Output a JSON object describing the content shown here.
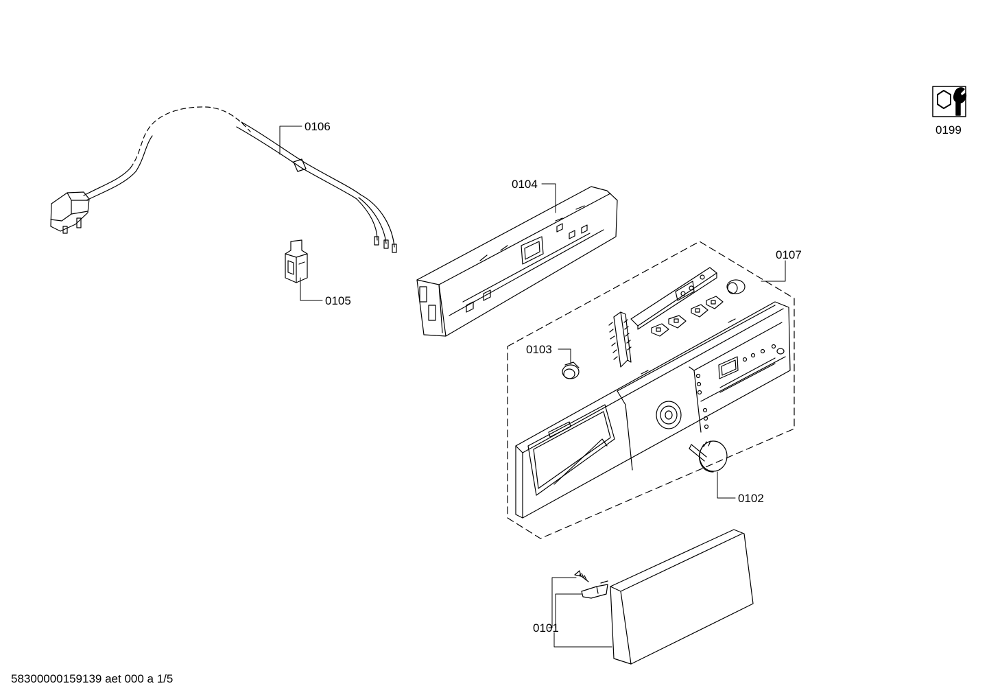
{
  "parts": [
    {
      "id": "p0101",
      "label": "0101"
    },
    {
      "id": "p0102",
      "label": "0102"
    },
    {
      "id": "p0103",
      "label": "0103"
    },
    {
      "id": "p0104",
      "label": "0104"
    },
    {
      "id": "p0105",
      "label": "0105"
    },
    {
      "id": "p0106",
      "label": "0106"
    },
    {
      "id": "p0107",
      "label": "0107"
    },
    {
      "id": "p0199",
      "label": "0199"
    }
  ],
  "footer": {
    "code": "58300000159139 aet 000 a 1/5"
  },
  "colors": {
    "line": "#000000",
    "background": "#ffffff"
  },
  "icons": [
    "wrench-hex-icon"
  ]
}
